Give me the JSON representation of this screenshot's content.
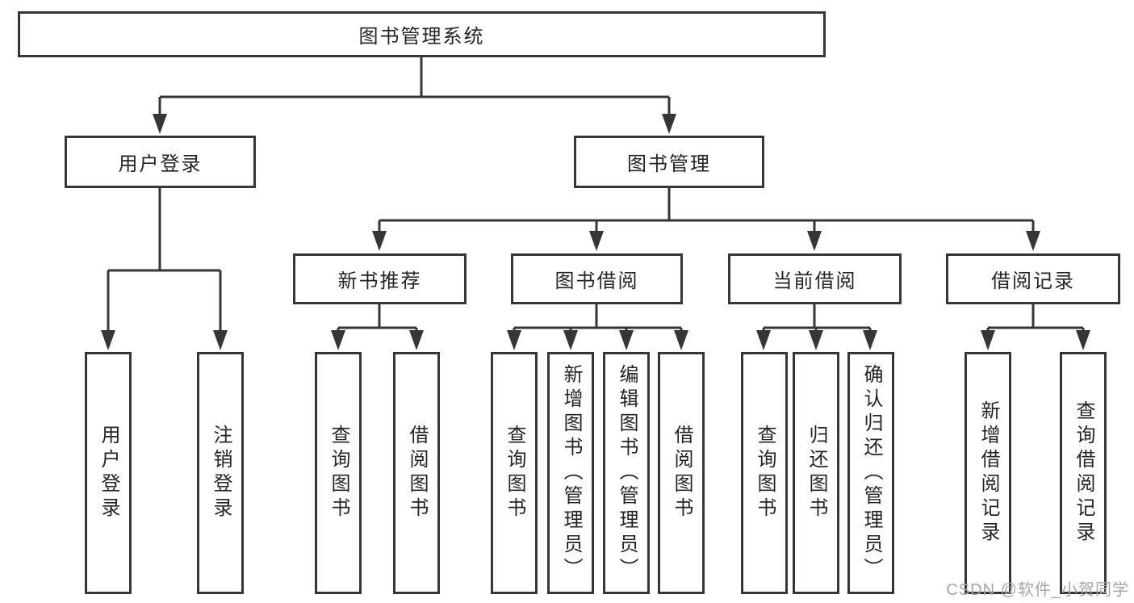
{
  "tree": {
    "root": {
      "label": "图书管理系统"
    },
    "branches": [
      {
        "label": "用户登录",
        "children": [
          {
            "label": "用户登录"
          },
          {
            "label": "注销登录"
          }
        ]
      },
      {
        "label": "图书管理",
        "groups": [
          {
            "label": "新书推荐",
            "children": [
              {
                "label": "查询图书"
              },
              {
                "label": "借阅图书"
              }
            ]
          },
          {
            "label": "图书借阅",
            "children": [
              {
                "label": "查询图书"
              },
              {
                "label": "新增图书（管理员）"
              },
              {
                "label": "编辑图书（管理员）"
              },
              {
                "label": "借阅图书"
              }
            ]
          },
          {
            "label": "当前借阅",
            "children": [
              {
                "label": "查询图书"
              },
              {
                "label": "归还图书"
              },
              {
                "label": "确认归还（管理员）"
              }
            ]
          },
          {
            "label": "借阅记录",
            "children": [
              {
                "label": "新增借阅记录"
              },
              {
                "label": "查询借阅记录"
              }
            ]
          }
        ]
      }
    ]
  },
  "watermark": "CSDN @软件_小贺同学",
  "colors": {
    "line": "#363636",
    "text": "#242424",
    "background": "#ffffff",
    "watermark": "#a6a6a6"
  }
}
